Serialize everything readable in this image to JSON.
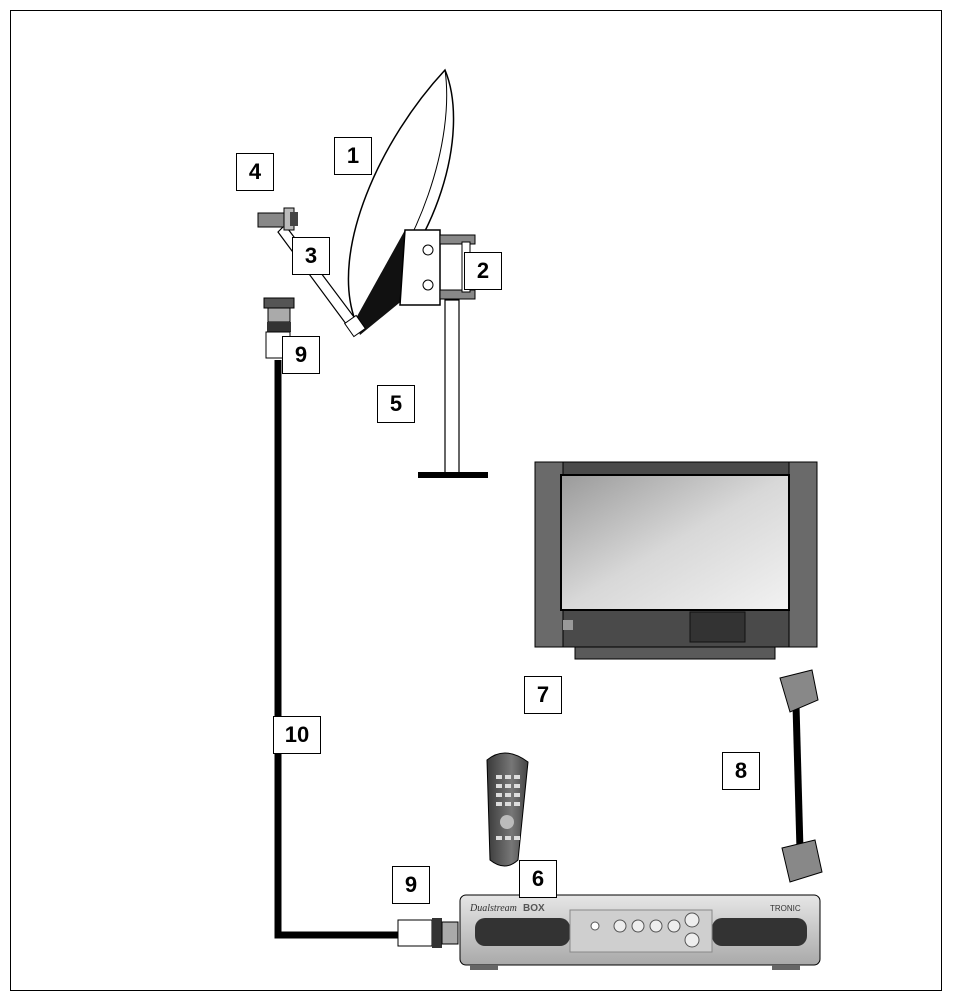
{
  "labels": {
    "n1": "1",
    "n2": "2",
    "n3": "3",
    "n4": "4",
    "n5": "5",
    "n6": "6",
    "n7": "7",
    "n8": "8",
    "n9a": "9",
    "n9b": "9",
    "n10": "10"
  },
  "receiver": {
    "brand_left": "Dualstream",
    "brand_left_suffix": "BOX",
    "brand_right": "TRONIC"
  },
  "colors": {
    "line": "#000000",
    "tv_body": "#4a4a4a",
    "tv_screen": "#c8c8c8",
    "receiver_body": "#bdbdbd",
    "remote_body": "#555555"
  }
}
